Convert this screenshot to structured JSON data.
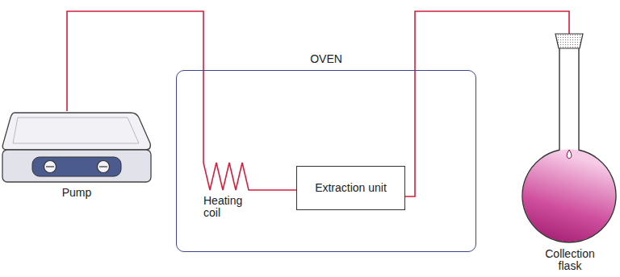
{
  "diagram": {
    "nodes": [
      {
        "text": [
          "Pump"
        ]
      },
      {
        "text": [
          "OVEN"
        ]
      },
      {
        "text": [
          "Heating coil"
        ],
        "in": 1
      },
      {
        "text": [
          "Extraction unit"
        ],
        "in": 1
      },
      {
        "text": [
          "Collection flask"
        ]
      }
    ],
    "edges": [
      {
        "from": 0,
        "to": 2,
        "arrow": "none"
      },
      {
        "from": 2,
        "to": 3,
        "arrow": "none"
      },
      {
        "from": 3,
        "to": 4,
        "arrow": "none"
      }
    ]
  }
}
